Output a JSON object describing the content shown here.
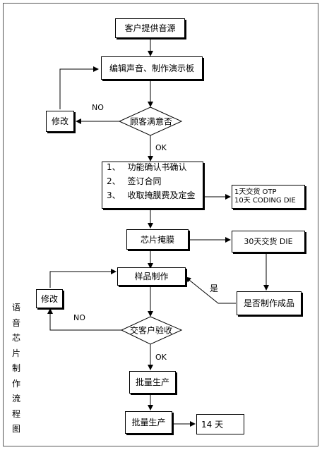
{
  "flowchart": {
    "start": "客户提供音源",
    "edit": "编辑声音、制作演示板",
    "decision1": "顾客满意否",
    "modify1": "修改",
    "no1": "NO",
    "ok1": "OK",
    "confirm": [
      "1、　 功能确认书确认",
      "2、　 签订合同",
      "3、　 收取掩膜费及定金"
    ],
    "delivery1": [
      "1天交货 OTP",
      "10天 CODING DIE"
    ],
    "mask": "芯片掩膜",
    "delivery2": "30天交货 DIE",
    "sample": "样品制作",
    "is_finished": "是否制作成品",
    "yes": "是",
    "modify2": "修改",
    "no2": "NO",
    "decision2": "交客户验收",
    "ok2": "OK",
    "mass1": "批量生产",
    "mass2": "批量生产",
    "days": "14 天"
  },
  "vertical_title": [
    "语",
    "音",
    "芯",
    "片",
    "制",
    "作",
    "流",
    "程",
    "图"
  ]
}
